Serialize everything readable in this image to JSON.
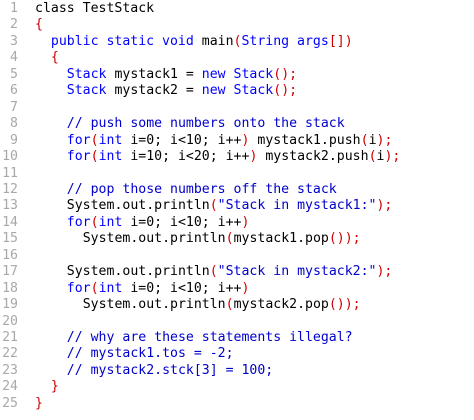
{
  "colors": {
    "background": "#ffffff",
    "line_number": "#a8a8a8",
    "keyword": "#0000ff",
    "paren_brace": "#cc0000",
    "comment": "#0000cc"
  },
  "lines": [
    {
      "n": "1",
      "indent": 0,
      "tokens": [
        [
          "class TestStack",
          "tok-plain"
        ]
      ]
    },
    {
      "n": "2",
      "indent": 0,
      "tokens": [
        [
          "{",
          "tok-brace"
        ]
      ]
    },
    {
      "n": "3",
      "indent": 2,
      "tokens": [
        [
          "public static void ",
          "tok-kw"
        ],
        [
          "main",
          "tok-plain"
        ],
        [
          "(",
          "tok-paren"
        ],
        [
          "String args",
          "tok-kw"
        ],
        [
          "[])",
          "tok-paren"
        ]
      ]
    },
    {
      "n": "4",
      "indent": 2,
      "tokens": [
        [
          "{",
          "tok-brace"
        ]
      ]
    },
    {
      "n": "5",
      "indent": 4,
      "tokens": [
        [
          "Stack",
          "tok-kw"
        ],
        [
          " mystack1 = ",
          "tok-plain"
        ],
        [
          "new Stack",
          "tok-kw"
        ],
        [
          "();",
          "tok-paren"
        ]
      ]
    },
    {
      "n": "6",
      "indent": 4,
      "tokens": [
        [
          "Stack",
          "tok-kw"
        ],
        [
          " mystack2 = ",
          "tok-plain"
        ],
        [
          "new Stack",
          "tok-kw"
        ],
        [
          "();",
          "tok-paren"
        ]
      ]
    },
    {
      "n": "7",
      "indent": 0,
      "tokens": []
    },
    {
      "n": "8",
      "indent": 4,
      "tokens": [
        [
          "// push some numbers onto the stack",
          "tok-comment"
        ]
      ]
    },
    {
      "n": "9",
      "indent": 4,
      "tokens": [
        [
          "for",
          "tok-kw"
        ],
        [
          "(",
          "tok-paren"
        ],
        [
          "int",
          "tok-kw"
        ],
        [
          " i=0; i<10; i++",
          "tok-plain"
        ],
        [
          ")",
          "tok-paren"
        ],
        [
          " mystack1.push",
          "tok-plain"
        ],
        [
          "(",
          "tok-paren"
        ],
        [
          "i",
          "tok-plain"
        ],
        [
          ");",
          "tok-paren"
        ]
      ]
    },
    {
      "n": "10",
      "indent": 4,
      "tokens": [
        [
          "for",
          "tok-kw"
        ],
        [
          "(",
          "tok-paren"
        ],
        [
          "int",
          "tok-kw"
        ],
        [
          " i=10; i<20; i++",
          "tok-plain"
        ],
        [
          ")",
          "tok-paren"
        ],
        [
          " mystack2.push",
          "tok-plain"
        ],
        [
          "(",
          "tok-paren"
        ],
        [
          "i",
          "tok-plain"
        ],
        [
          ");",
          "tok-paren"
        ]
      ]
    },
    {
      "n": "11",
      "indent": 0,
      "tokens": []
    },
    {
      "n": "12",
      "indent": 4,
      "tokens": [
        [
          "// pop those numbers off the stack",
          "tok-comment"
        ]
      ]
    },
    {
      "n": "13",
      "indent": 4,
      "tokens": [
        [
          "System",
          "tok-plain"
        ],
        [
          ".out.println",
          "tok-plain"
        ],
        [
          "(",
          "tok-paren"
        ],
        [
          "\"Stack in mystack1:\"",
          "tok-string"
        ],
        [
          ");",
          "tok-paren"
        ]
      ]
    },
    {
      "n": "14",
      "indent": 4,
      "tokens": [
        [
          "for",
          "tok-kw"
        ],
        [
          "(",
          "tok-paren"
        ],
        [
          "int",
          "tok-kw"
        ],
        [
          " i=0; i<10; i++",
          "tok-plain"
        ],
        [
          ")",
          "tok-paren"
        ]
      ]
    },
    {
      "n": "15",
      "indent": 6,
      "tokens": [
        [
          "System",
          "tok-plain"
        ],
        [
          ".out.println",
          "tok-plain"
        ],
        [
          "(",
          "tok-paren"
        ],
        [
          "mystack1.pop",
          "tok-plain"
        ],
        [
          "());",
          "tok-paren"
        ]
      ]
    },
    {
      "n": "16",
      "indent": 0,
      "tokens": []
    },
    {
      "n": "17",
      "indent": 4,
      "tokens": [
        [
          "System",
          "tok-plain"
        ],
        [
          ".out.println",
          "tok-plain"
        ],
        [
          "(",
          "tok-paren"
        ],
        [
          "\"Stack in mystack2:\"",
          "tok-string"
        ],
        [
          ");",
          "tok-paren"
        ]
      ]
    },
    {
      "n": "18",
      "indent": 4,
      "tokens": [
        [
          "for",
          "tok-kw"
        ],
        [
          "(",
          "tok-paren"
        ],
        [
          "int",
          "tok-kw"
        ],
        [
          " i=0; i<10; i++",
          "tok-plain"
        ],
        [
          ")",
          "tok-paren"
        ]
      ]
    },
    {
      "n": "19",
      "indent": 6,
      "tokens": [
        [
          "System",
          "tok-plain"
        ],
        [
          ".out.println",
          "tok-plain"
        ],
        [
          "(",
          "tok-paren"
        ],
        [
          "mystack2.pop",
          "tok-plain"
        ],
        [
          "());",
          "tok-paren"
        ]
      ]
    },
    {
      "n": "20",
      "indent": 0,
      "tokens": []
    },
    {
      "n": "21",
      "indent": 4,
      "tokens": [
        [
          "// why are these statements illegal?",
          "tok-comment"
        ]
      ]
    },
    {
      "n": "22",
      "indent": 4,
      "tokens": [
        [
          "// mystack1.tos = -2;",
          "tok-comment"
        ]
      ]
    },
    {
      "n": "23",
      "indent": 4,
      "tokens": [
        [
          "// mystack2.stck[3] = 100;",
          "tok-comment"
        ]
      ]
    },
    {
      "n": "24",
      "indent": 2,
      "tokens": [
        [
          "}",
          "tok-brace"
        ]
      ]
    },
    {
      "n": "25",
      "indent": 0,
      "tokens": [
        [
          "}",
          "tok-brace"
        ]
      ]
    }
  ]
}
